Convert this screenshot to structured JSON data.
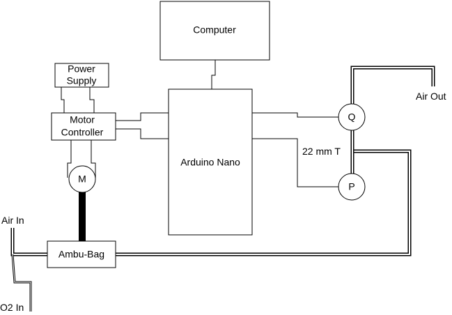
{
  "components": {
    "computer": "Computer",
    "power_supply_line1": "Power",
    "power_supply_line2": "Supply",
    "motor_controller_line1": "Motor",
    "motor_controller_line2": "Controller",
    "arduino": "Arduino Nano",
    "motor": "M",
    "ambu_bag": "Ambu-Bag",
    "flow_sensor": "Q",
    "pressure_sensor": "P"
  },
  "labels": {
    "air_in": "Air In",
    "o2_in": "O2 In",
    "air_out": "Air Out",
    "tee": "22 mm T"
  }
}
